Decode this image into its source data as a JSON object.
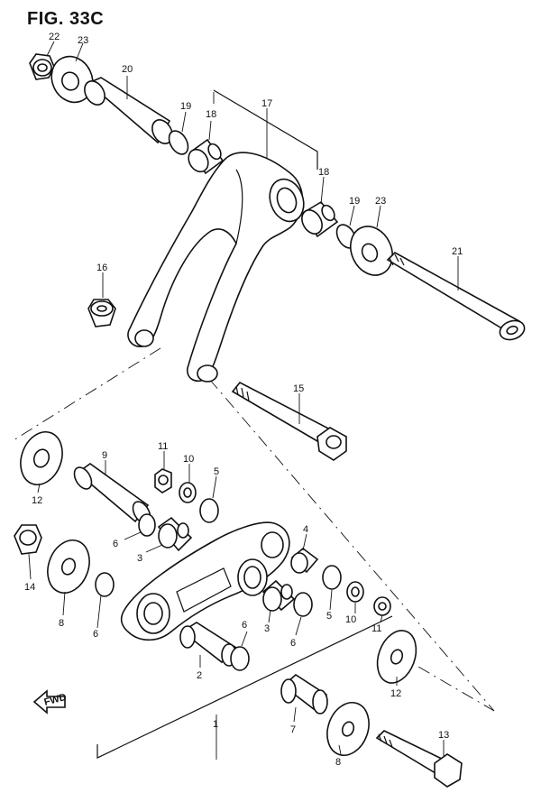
{
  "figure": {
    "title": "FIG. 33C"
  },
  "fwd_label": "FWD",
  "callouts": [
    {
      "id": "c22",
      "text": "22"
    },
    {
      "id": "c23a",
      "text": "23"
    },
    {
      "id": "c20",
      "text": "20"
    },
    {
      "id": "c19a",
      "text": "19"
    },
    {
      "id": "c18a",
      "text": "18"
    },
    {
      "id": "c17",
      "text": "17"
    },
    {
      "id": "c18b",
      "text": "18"
    },
    {
      "id": "c19b",
      "text": "19"
    },
    {
      "id": "c23b",
      "text": "23"
    },
    {
      "id": "c21",
      "text": "21"
    },
    {
      "id": "c16",
      "text": "16"
    },
    {
      "id": "c15",
      "text": "15"
    },
    {
      "id": "c9",
      "text": "9"
    },
    {
      "id": "c11a",
      "text": "11"
    },
    {
      "id": "c10a",
      "text": "10"
    },
    {
      "id": "c5a",
      "text": "5"
    },
    {
      "id": "c12a",
      "text": "12"
    },
    {
      "id": "c6a",
      "text": "6"
    },
    {
      "id": "c3a",
      "text": "3"
    },
    {
      "id": "c4",
      "text": "4"
    },
    {
      "id": "c14",
      "text": "14"
    },
    {
      "id": "c8a",
      "text": "8"
    },
    {
      "id": "c6b",
      "text": "6"
    },
    {
      "id": "c10b",
      "text": "10"
    },
    {
      "id": "c5b",
      "text": "5"
    },
    {
      "id": "c11b",
      "text": "11"
    },
    {
      "id": "c3b",
      "text": "3"
    },
    {
      "id": "c6c",
      "text": "6"
    },
    {
      "id": "c6d",
      "text": "6"
    },
    {
      "id": "c2",
      "text": "2"
    },
    {
      "id": "c12b",
      "text": "12"
    },
    {
      "id": "c1",
      "text": "1"
    },
    {
      "id": "c7",
      "text": "7"
    },
    {
      "id": "c13",
      "text": "13"
    },
    {
      "id": "c8b",
      "text": "8"
    }
  ]
}
